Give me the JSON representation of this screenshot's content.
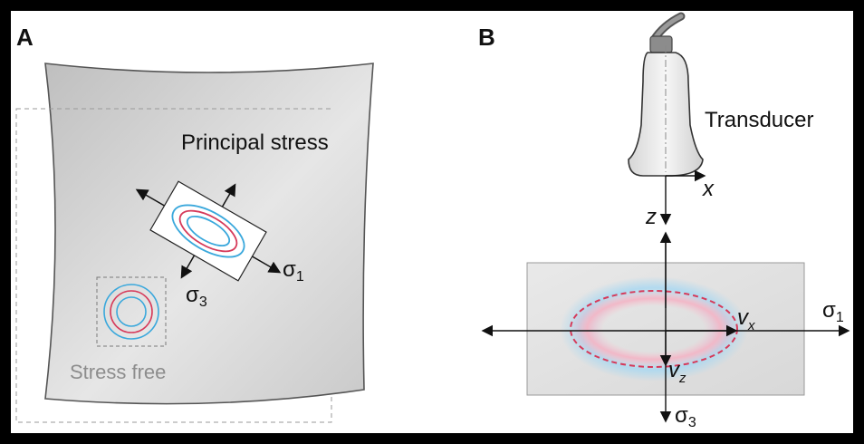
{
  "panels": {
    "a": {
      "label": "A",
      "principal_stress_label": "Principal stress",
      "stress_free_label": "Stress free",
      "sigma1": {
        "symbol": "σ",
        "subscript": "1"
      },
      "sigma3": {
        "symbol": "σ",
        "subscript": "3"
      }
    },
    "b": {
      "label": "B",
      "transducer_label": "Transducer",
      "x_axis": "x",
      "z_axis": "z",
      "vx": {
        "symbol": "v",
        "subscript": "x"
      },
      "vz": {
        "symbol": "v",
        "subscript": "z"
      },
      "sigma1": {
        "symbol": "σ",
        "subscript": "1"
      },
      "sigma3": {
        "symbol": "σ",
        "subscript": "3"
      }
    }
  },
  "colors": {
    "background": "#000000",
    "frame": "#ffffff",
    "contour_red": "#d63a5a",
    "contour_blue": "#3aa8dc",
    "sheet": "#d9d9d9"
  }
}
